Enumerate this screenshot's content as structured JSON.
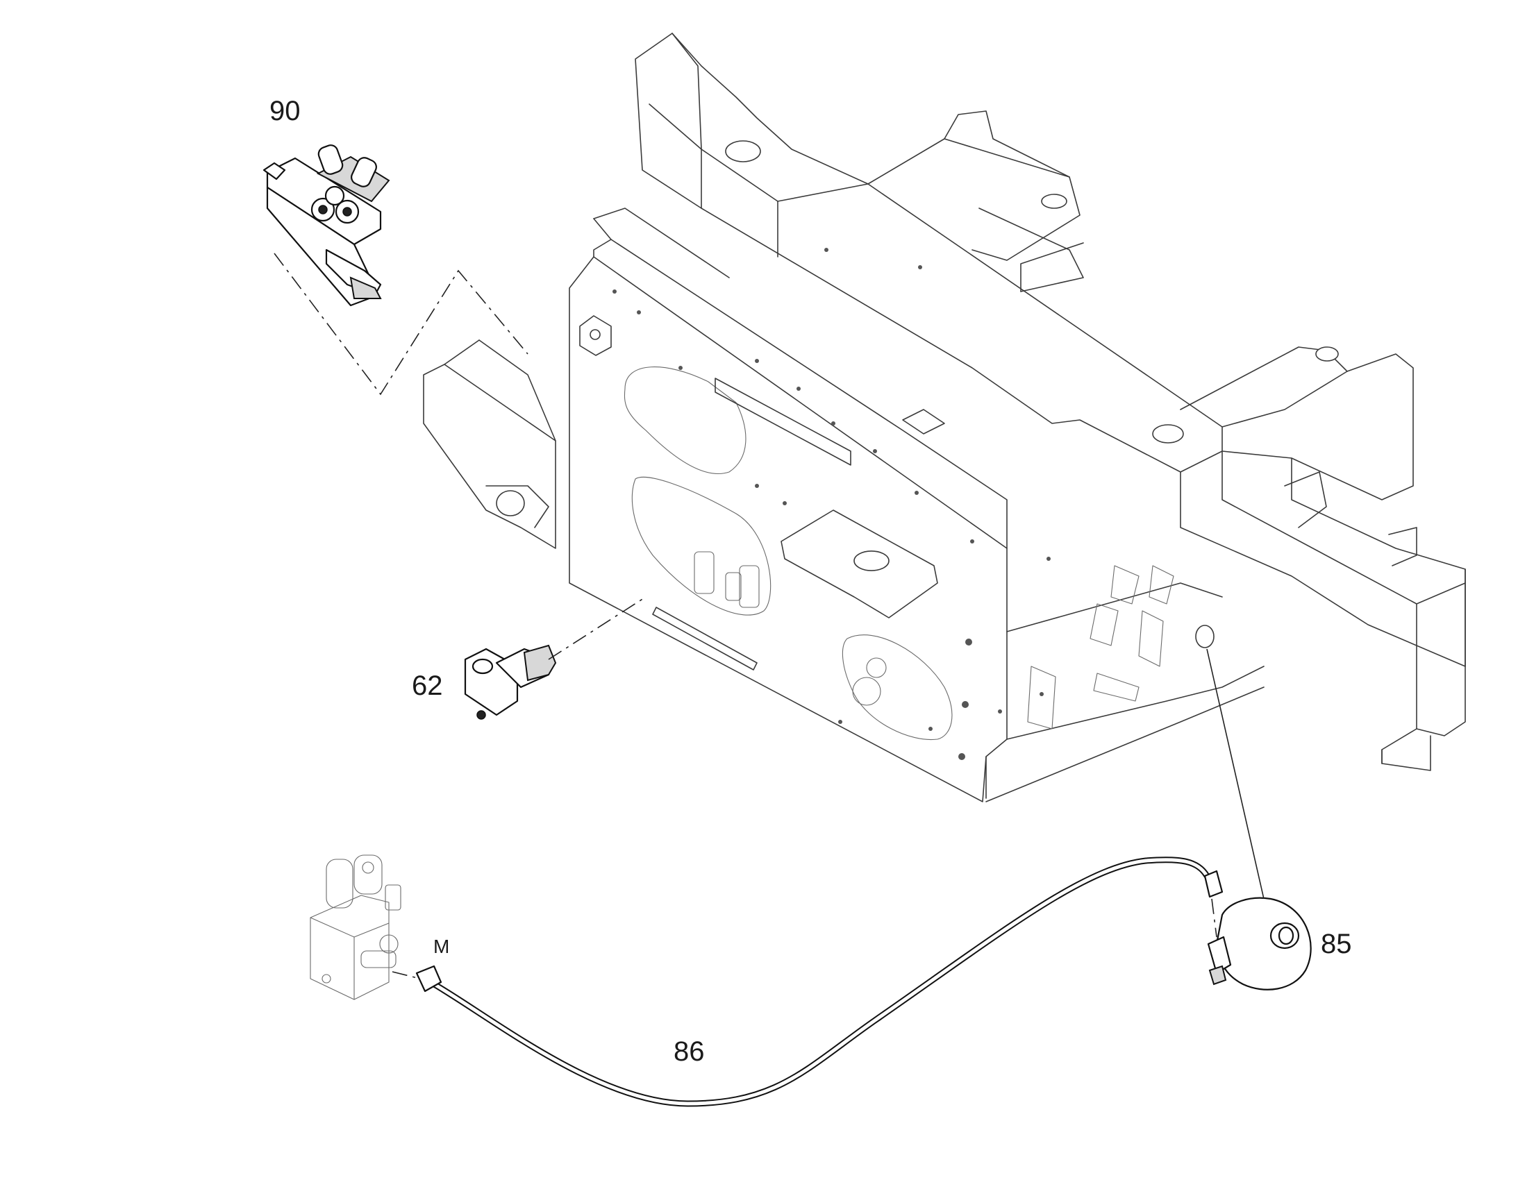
{
  "diagram": {
    "callouts": [
      {
        "id": "90",
        "label": "90"
      },
      {
        "id": "62",
        "label": "62"
      },
      {
        "id": "M",
        "label": "M"
      },
      {
        "id": "86",
        "label": "86"
      },
      {
        "id": "85",
        "label": "85"
      }
    ],
    "colors": {
      "line": "#3a3a3a",
      "part": "#111111",
      "background": "#ffffff"
    }
  }
}
